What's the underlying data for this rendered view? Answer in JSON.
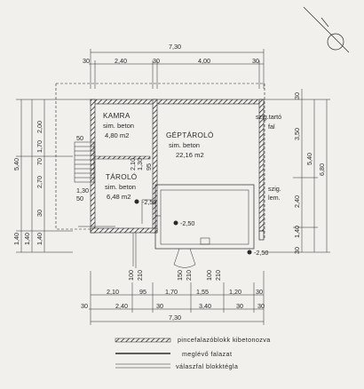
{
  "rooms": {
    "kamra": {
      "name": "KAMRA",
      "material": "sim. beton",
      "area": "4,80 m2"
    },
    "gep": {
      "name": "GÉPTÁROLÓ",
      "material": "sim. beton",
      "area": "22,16 m2"
    },
    "tarolo": {
      "name": "TÁROLÓ",
      "material": "sim. beton",
      "area": "6,48 m2"
    }
  },
  "notes": {
    "wall": "szig.tartó",
    "wall2": "fal",
    "insul": "szig.",
    "insul2": "lem."
  },
  "levels": [
    "-2,50",
    "-2,50",
    "-2,50"
  ],
  "dims": {
    "top_total": "7,30",
    "top_parts": [
      "30",
      "2,40",
      "30",
      "4,00",
      "30"
    ],
    "bottom_parts1": [
      "2,10",
      "95",
      "1,70",
      "1,55",
      "1,20",
      "30"
    ],
    "bottom_parts2": [
      "30",
      "2,40",
      "30",
      "3,40",
      "30",
      "30"
    ],
    "bottom_total": "7,30",
    "left_outer": [
      "5,40",
      "1,40",
      "1,40"
    ],
    "left_inner": [
      "2,00",
      "1,70",
      "70",
      "2,70",
      "30",
      "1,40"
    ],
    "right_inner": [
      "30",
      "3,50",
      "2,40",
      "1,40",
      "30"
    ],
    "right_outer": [
      "5,40",
      "6,80"
    ],
    "openings": [
      "100",
      "210",
      "150",
      "210",
      "100",
      "210"
    ],
    "small": [
      "50",
      "1,30",
      "50",
      "2,10",
      "1,30",
      "95"
    ]
  },
  "legend": {
    "item1": "pincefalazóblokk kibetonozva",
    "item2": "meglévő falazat",
    "item3": "válaszfal blokktégla"
  }
}
